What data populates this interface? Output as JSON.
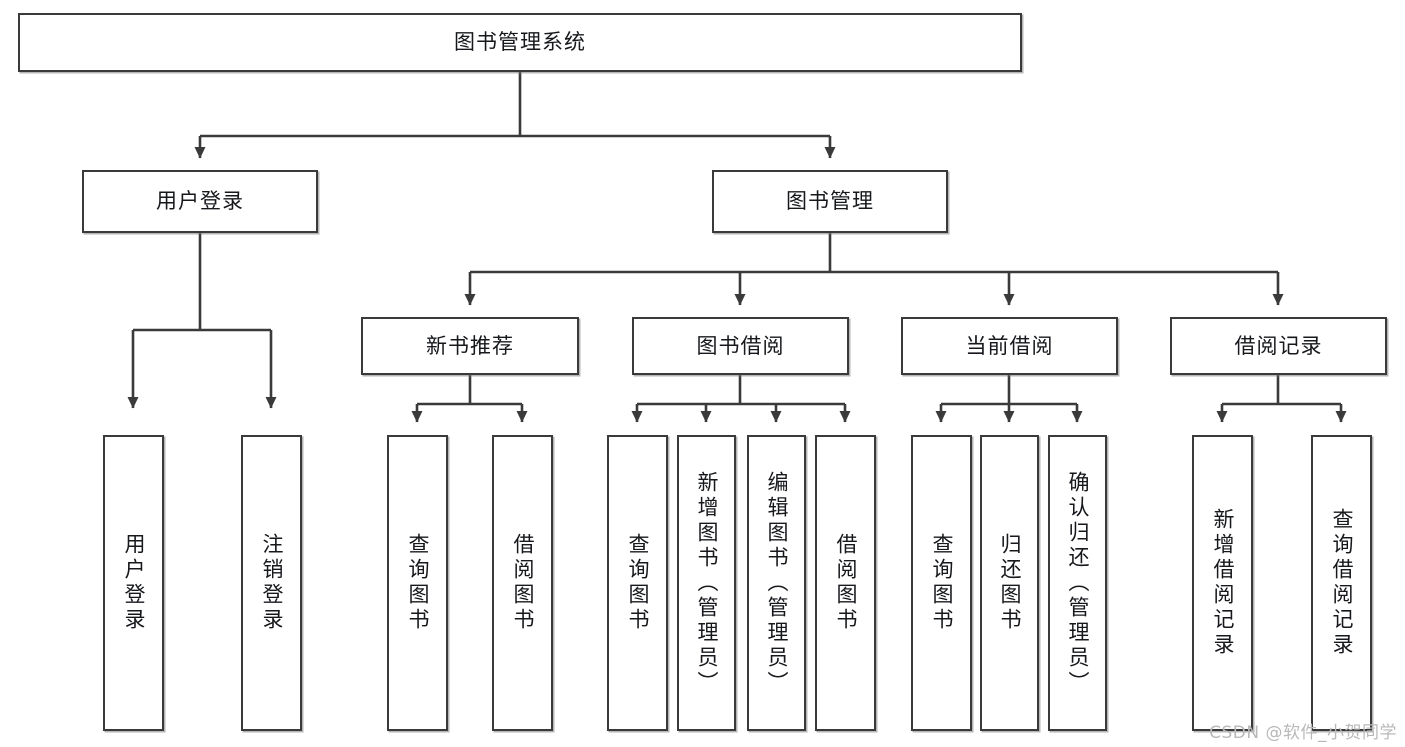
{
  "diagram": {
    "title": "图书管理系统",
    "type": "hierarchy-tree",
    "watermark": "CSDN @软件_小贺同学",
    "colors": {
      "box_border": "#3a3a3a",
      "box_fill": "#ffffff",
      "connector": "#3a3a3a",
      "text": "#16181c",
      "watermark": "#b9b9b9",
      "background": "#ffffff"
    },
    "root": {
      "id": "root",
      "label": "图书管理系统"
    },
    "level2": [
      {
        "id": "n-user-login",
        "label": "用户登录"
      },
      {
        "id": "n-book-manage",
        "label": "图书管理"
      }
    ],
    "level3": [
      {
        "id": "n-new-book-rec",
        "label": "新书推荐",
        "parent": "n-book-manage"
      },
      {
        "id": "n-book-borrow",
        "label": "图书借阅",
        "parent": "n-book-manage"
      },
      {
        "id": "n-current-borrow",
        "label": "当前借阅",
        "parent": "n-book-manage"
      },
      {
        "id": "n-borrow-record",
        "label": "借阅记录",
        "parent": "n-book-manage"
      }
    ],
    "leaves": [
      {
        "id": "l-user-login",
        "label": "用户登录",
        "parent": "n-user-login"
      },
      {
        "id": "l-user-logout",
        "label": "注销登录",
        "parent": "n-user-login"
      },
      {
        "id": "l-query-book-1",
        "label": "查询图书",
        "parent": "n-new-book-rec"
      },
      {
        "id": "l-borrow-book-1",
        "label": "借阅图书",
        "parent": "n-new-book-rec"
      },
      {
        "id": "l-query-book-2",
        "label": "查询图书",
        "parent": "n-book-borrow"
      },
      {
        "id": "l-add-book",
        "label": "新增图书（管理员）",
        "parent": "n-book-borrow"
      },
      {
        "id": "l-edit-book",
        "label": "编辑图书（管理员）",
        "parent": "n-book-borrow"
      },
      {
        "id": "l-borrow-book-2",
        "label": "借阅图书",
        "parent": "n-book-borrow"
      },
      {
        "id": "l-query-book-3",
        "label": "查询图书",
        "parent": "n-current-borrow"
      },
      {
        "id": "l-return-book",
        "label": "归还图书",
        "parent": "n-current-borrow"
      },
      {
        "id": "l-confirm-return",
        "label": "确认归还（管理员）",
        "parent": "n-current-borrow"
      },
      {
        "id": "l-add-record",
        "label": "新增借阅记录",
        "parent": "n-borrow-record"
      },
      {
        "id": "l-query-record",
        "label": "查询借阅记录",
        "parent": "n-borrow-record"
      }
    ]
  }
}
